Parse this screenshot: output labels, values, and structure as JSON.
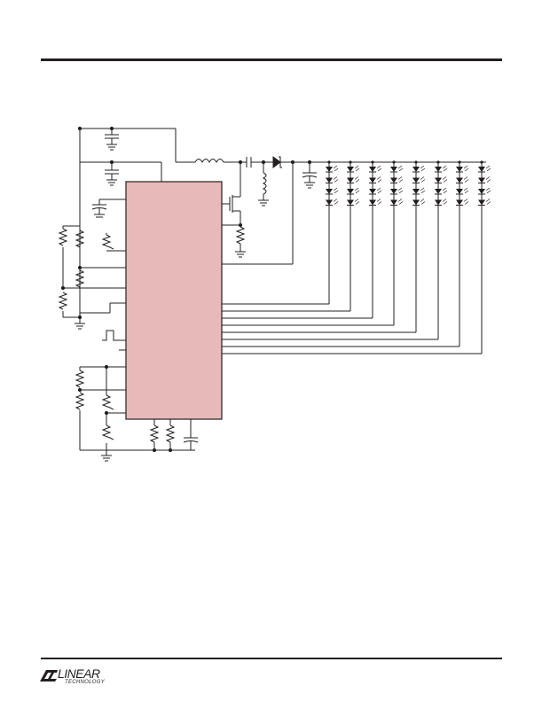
{
  "document": {
    "colors": {
      "ink": "#231f20",
      "ic_fill": "#e8b9b9",
      "rule": "#231f20"
    },
    "schematic": {
      "led_strings": 8,
      "leds_per_string": 4,
      "components": [
        "ic",
        "inductor",
        "coupling-capacitor",
        "schottky-diode",
        "mosfet",
        "output-capacitor",
        "led-strings",
        "pwm-pulse",
        "resistors",
        "capacitors",
        "ground-symbols"
      ]
    },
    "footer": {
      "logo_word": "LINEAR",
      "logo_sub": "TECHNOLOGY",
      "logo_icon": "lt-logo-icon"
    }
  }
}
